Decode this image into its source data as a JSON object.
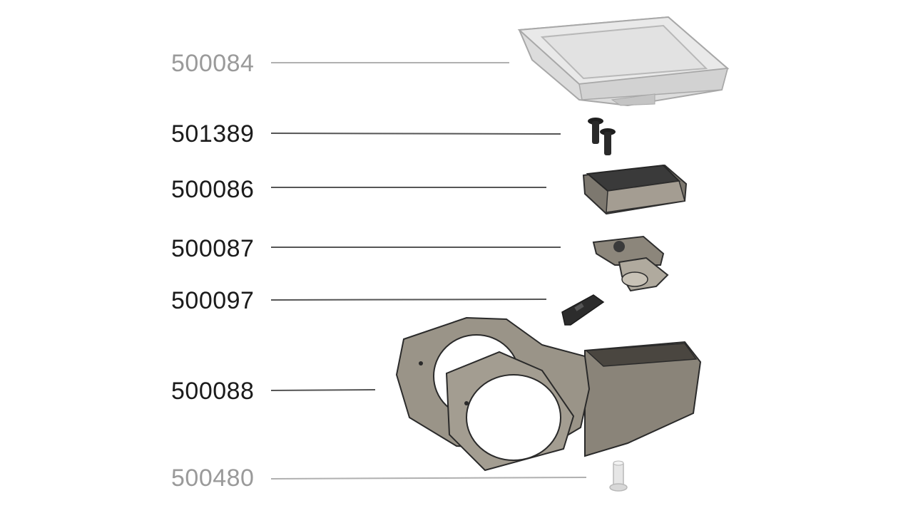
{
  "callouts": [
    {
      "id": "display",
      "label": "500084",
      "muted": true
    },
    {
      "id": "screws",
      "label": "501389",
      "muted": false
    },
    {
      "id": "cradle",
      "label": "500086",
      "muted": false
    },
    {
      "id": "latch",
      "label": "500087",
      "muted": false
    },
    {
      "id": "insert",
      "label": "500097",
      "muted": false
    },
    {
      "id": "mount",
      "label": "500088",
      "muted": false
    },
    {
      "id": "bolt",
      "label": "500480",
      "muted": true
    }
  ],
  "colors": {
    "leader_dark": "#555555",
    "leader_light": "#b0b0b0",
    "part_metal": "#8f897d",
    "part_metal_light": "#b7b0a4",
    "part_dark": "#2a2a2a",
    "display_body": "#d8d8d8"
  }
}
